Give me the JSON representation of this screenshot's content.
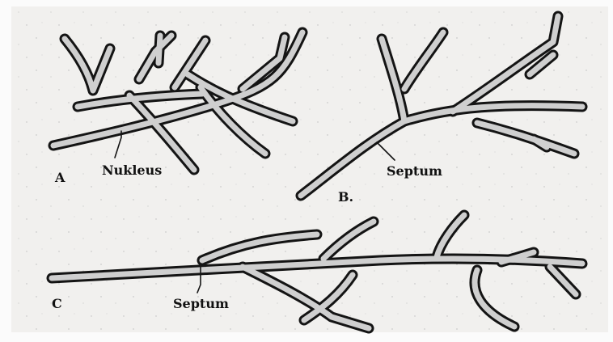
{
  "figure": {
    "panels": [
      {
        "id": "A",
        "label": "A",
        "annotations": [
          "Nukleus"
        ]
      },
      {
        "id": "B",
        "label": "B.",
        "annotations": [
          "Septum"
        ]
      },
      {
        "id": "C",
        "label": "C",
        "annotations": [
          "Septum"
        ]
      }
    ]
  },
  "colors": {
    "paper": "#f1f0ee",
    "ink": "#141414",
    "hypha_fill": "#cfcfcf"
  }
}
